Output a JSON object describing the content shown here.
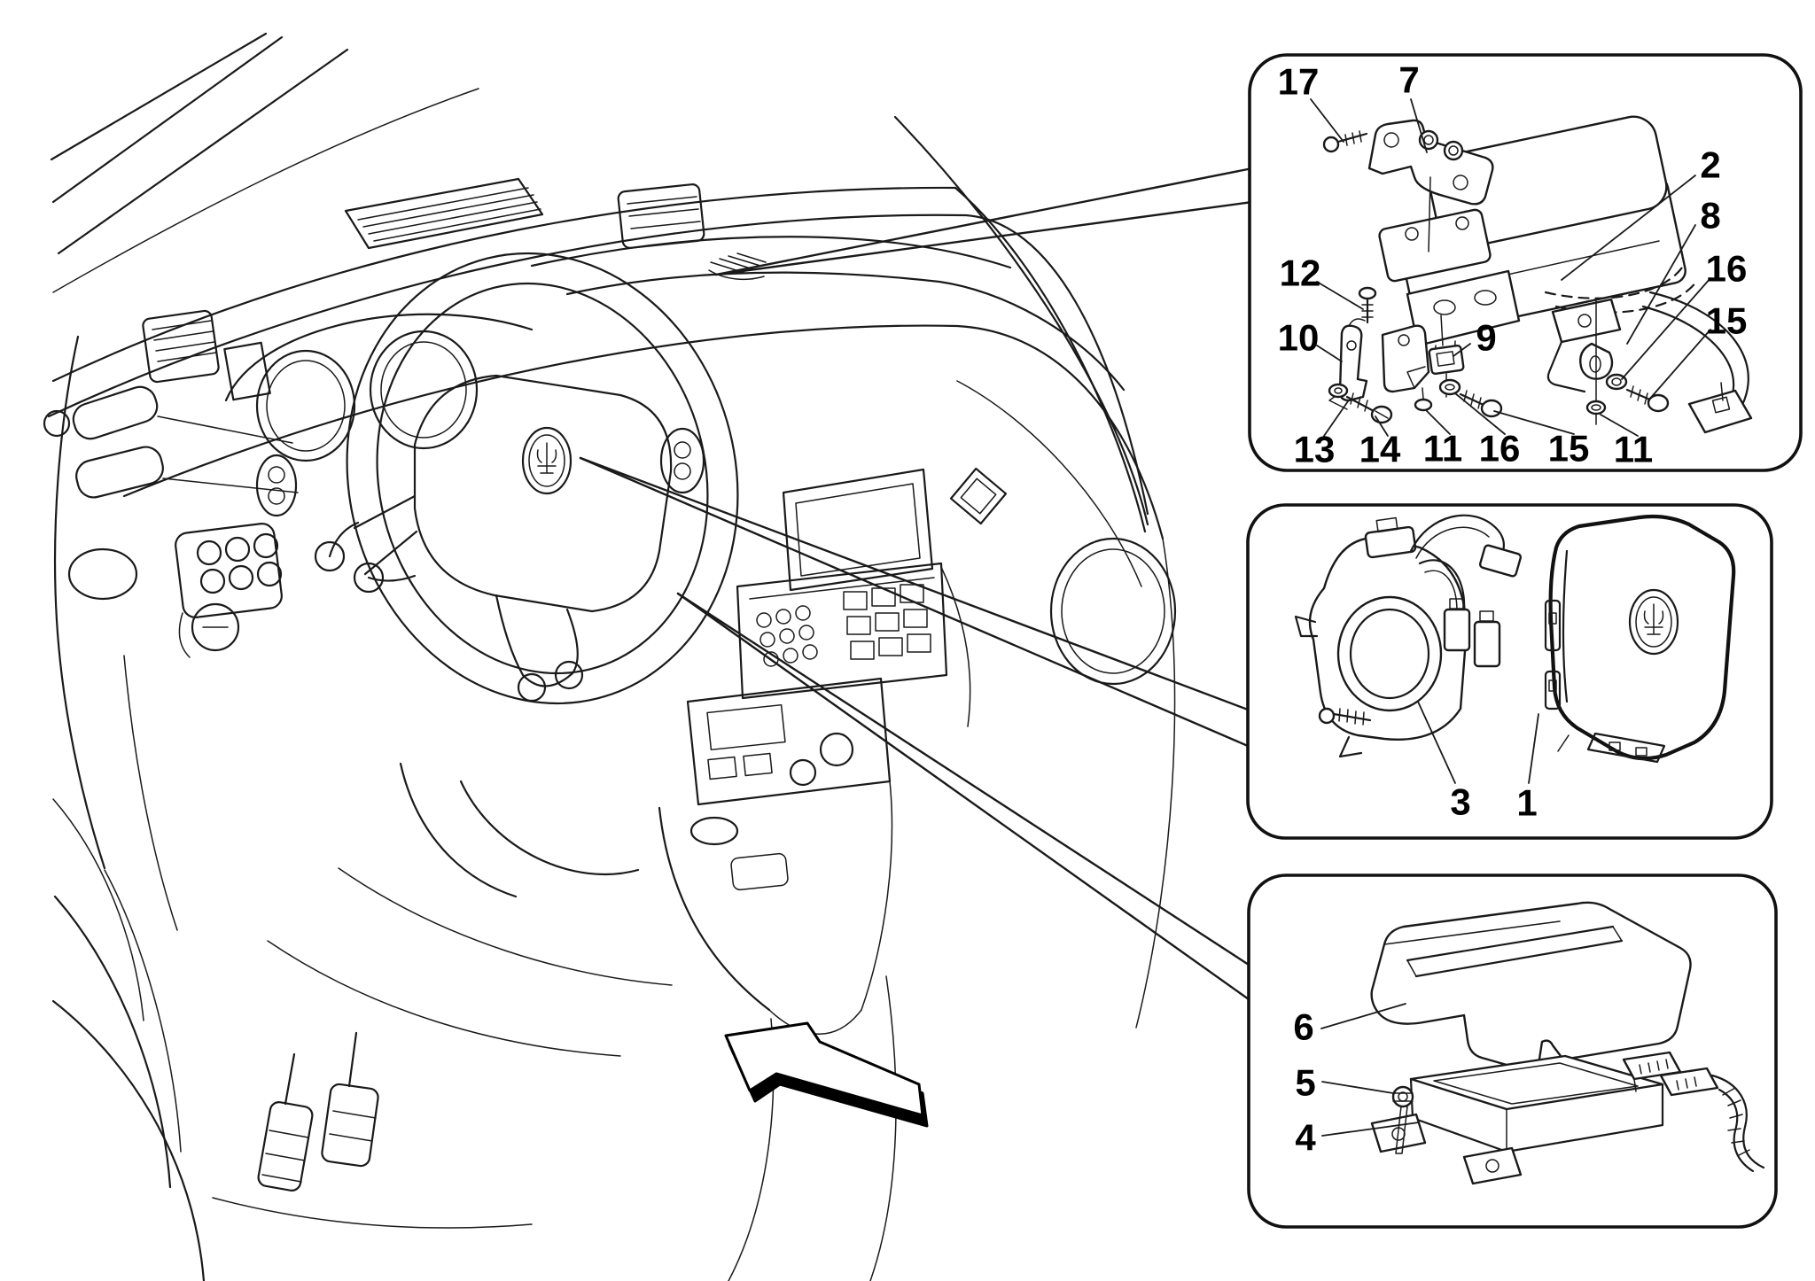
{
  "figure": {
    "type": "exploded-parts-diagram",
    "subject": "car interior dashboard with airbag system components and three detail callout boxes",
    "background_color": "#ffffff",
    "line_color": "#1a1a1a",
    "badge_icon": "maserati-trident-icon",
    "direction_arrow_icon": "block-arrow-up-left"
  },
  "callouts": {
    "top_box": {
      "name": "airbag-control-unit-with-brackets",
      "labels": [
        "17",
        "7",
        "2",
        "8",
        "16",
        "15",
        "12",
        "10",
        "9",
        "13",
        "14",
        "11",
        "16",
        "15",
        "11"
      ]
    },
    "middle_box": {
      "name": "clock-spring-and-driver-airbag",
      "labels": [
        "3",
        "1"
      ]
    },
    "bottom_box": {
      "name": "airbag-ecu-with-cover",
      "labels": [
        "6",
        "5",
        "4"
      ]
    }
  }
}
